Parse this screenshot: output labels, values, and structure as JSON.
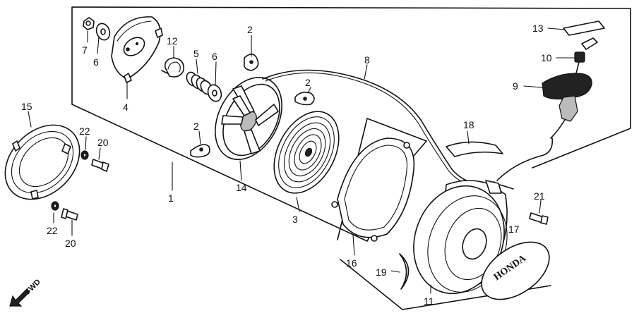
{
  "callouts": [
    {
      "id": "c1",
      "text": "1"
    },
    {
      "id": "c2a",
      "text": "2"
    },
    {
      "id": "c2b",
      "text": "2"
    },
    {
      "id": "c2c",
      "text": "2"
    },
    {
      "id": "c3",
      "text": "3"
    },
    {
      "id": "c4",
      "text": "4"
    },
    {
      "id": "c5",
      "text": "5"
    },
    {
      "id": "c6a",
      "text": "6"
    },
    {
      "id": "c6b",
      "text": "6"
    },
    {
      "id": "c7",
      "text": "7"
    },
    {
      "id": "c8",
      "text": "8"
    },
    {
      "id": "c9",
      "text": "9"
    },
    {
      "id": "c10",
      "text": "10"
    },
    {
      "id": "c11",
      "text": "11"
    },
    {
      "id": "c12",
      "text": "12"
    },
    {
      "id": "c13",
      "text": "13"
    },
    {
      "id": "c14",
      "text": "14"
    },
    {
      "id": "c15",
      "text": "15"
    },
    {
      "id": "c16",
      "text": "16"
    },
    {
      "id": "c17",
      "text": "17"
    },
    {
      "id": "c18",
      "text": "18"
    },
    {
      "id": "c19",
      "text": "19"
    },
    {
      "id": "c20a",
      "text": "20"
    },
    {
      "id": "c20b",
      "text": "20"
    },
    {
      "id": "c21",
      "text": "21"
    },
    {
      "id": "c22a",
      "text": "22"
    },
    {
      "id": "c22b",
      "text": "22"
    }
  ],
  "fwd_label": "FWD",
  "emblem_text": "HONDA"
}
